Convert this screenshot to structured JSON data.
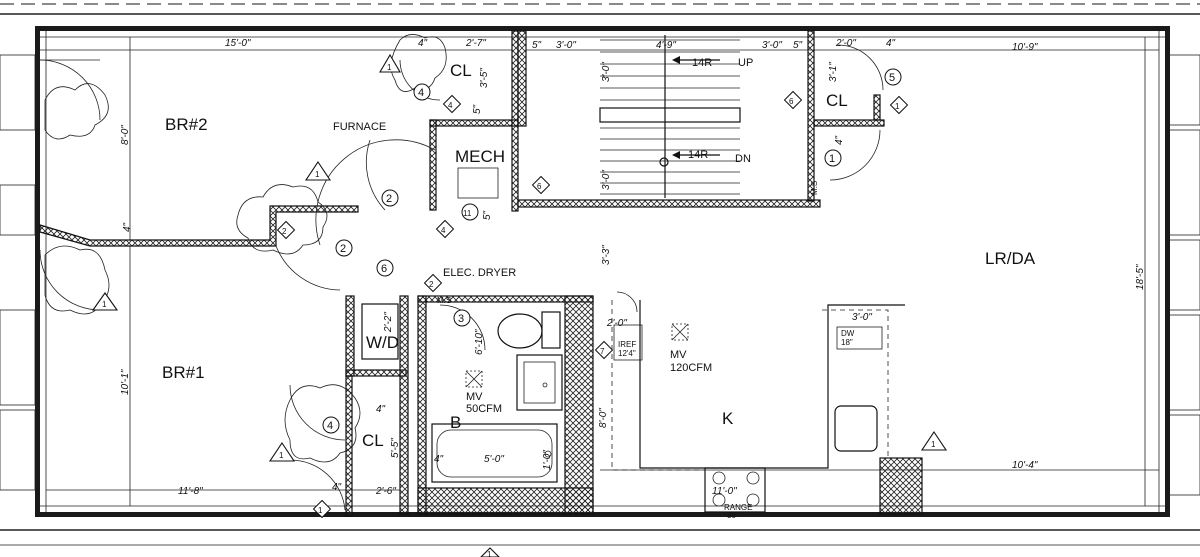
{
  "rooms": {
    "br2": "BR#2",
    "br1": "BR#1",
    "lrda": "LR/DA",
    "kitchen": "K",
    "mech": "MECH",
    "wd": "W/D",
    "cl_top": "CL",
    "cl_right": "CL",
    "cl_bottom": "CL",
    "bath": "B"
  },
  "labels": {
    "furnace": "FURNACE",
    "elec_dryer": "ELEC. DRYER",
    "up": "UP",
    "dn": "DN",
    "risers_up": "14R",
    "risers_dn": "14R",
    "mv_kitchen": "MV",
    "mv_kitchen_cfm": "120CFM",
    "mv_bath": "MV",
    "mv_bath_cfm": "50CFM",
    "dw": "DW",
    "dw_size": "18\"",
    "iref": "IREF",
    "iref_size": "12'4\"",
    "range": "RANGE",
    "range_size": "30\"",
    "ms1": "M.S",
    "ms2": "M.S"
  },
  "dimensions": {
    "br2_width": "15'-0\"",
    "br2_depth": "8'-0\"",
    "br1_width": "11'-8\"",
    "br1_depth": "10'-1\"",
    "lr_width": "10'-9\"",
    "lr_depth": "18'-5\"",
    "k_width": "10'-4\"",
    "k_range": "11'-0\"",
    "k_depth": "8'-0\"",
    "k_top": "3'-0\"",
    "k_left": "2'-0\"",
    "stair_w": "4'-9\"",
    "stair_a": "3'-0\"",
    "stair_b": "3'-0\"",
    "stair_c": "5\"",
    "stair_d": "5\"",
    "stair_e": "3'-0\"",
    "stair_f": "3'-0\"",
    "cl_top_w": "2'-7\"",
    "cl_top_d": "3'-5\"",
    "cl_top_a": "4\"",
    "cl_top_b": "5\"",
    "cl_right_w": "2'-0\"",
    "cl_right_d": "3'-1\"",
    "cl_right_a": "4\"",
    "cl_right_b": "4\"",
    "mech_d": "5\"",
    "mech_e": "3'-3\"",
    "wall_thk": "4\"",
    "wd_w": "2'-2\"",
    "bath_w": "6'-10\"",
    "bath_tub": "5'-0\"",
    "bath_a": "4\"",
    "bath_b": "1'-0\"",
    "cl_bot_w": "2'-6\"",
    "cl_bot_d": "5'-5\"",
    "cl_bot_a": "4\"",
    "cl_bot_b": "4\""
  },
  "tags": {
    "d1": "1",
    "d2": "2",
    "d3": "2",
    "d4": "2",
    "d5": "2",
    "d6": "3",
    "d7": "4",
    "d8": "4",
    "d9": "4",
    "d10": "4",
    "d11": "5",
    "d12": "6",
    "d13": "6",
    "d14": "6",
    "d15": "7",
    "d16": "1",
    "d17": "1",
    "d18": "11",
    "t1": "1",
    "t2": "1",
    "t3": "1",
    "t4": "1",
    "t5": "1",
    "t6": "1"
  }
}
